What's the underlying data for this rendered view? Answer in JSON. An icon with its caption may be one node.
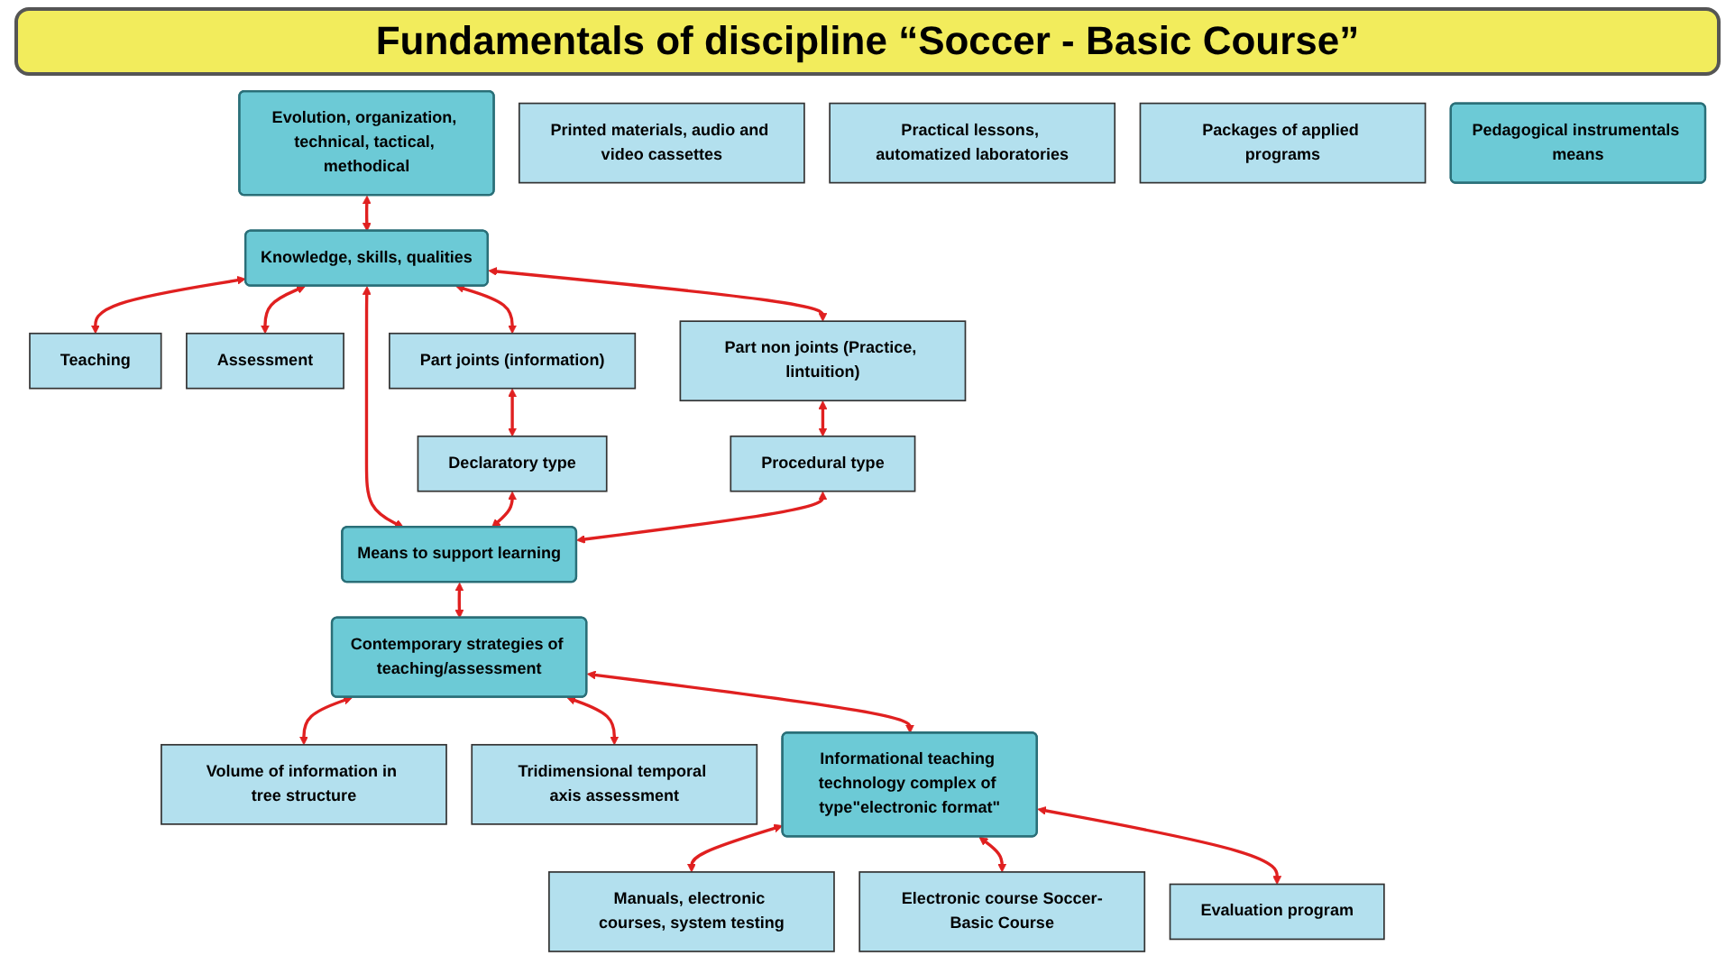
{
  "diagram": {
    "title": "Fundamentals of discipline “Soccer - Basic Course”",
    "nodes": [
      {
        "text": [
          "Evolution, organization, technical, tactical, methodical"
        ]
      },
      {
        "text": [
          "Teaching"
        ]
      },
      {
        "text": [
          "Assessment"
        ]
      },
      {
        "text": [
          "Knowledge, skills, qualities"
        ]
      },
      {
        "text": [
          "Part joints (information)"
        ]
      },
      {
        "text": [
          "Part non joints (Practice, lintuition)"
        ]
      },
      {
        "text": [
          "Declaratory type"
        ]
      },
      {
        "text": [
          "Means to support learning"
        ]
      },
      {
        "text": [
          "Procedural  type"
        ]
      },
      {
        "text": [
          "Contemporary strategies of teaching/assessment"
        ]
      },
      {
        "text": [
          "Volume of information in tree structure"
        ]
      },
      {
        "text": [
          "Tridimensional temporal axis assessment"
        ]
      },
      {
        "text": [
          "Electronic course Soccer-Basic Course"
        ]
      },
      {
        "text": [
          "Informational teaching technology complex of type\"electronic format\""
        ]
      },
      {
        "text": [
          "Evaluation program"
        ]
      },
      {
        "text": [
          "Printed materials, audio and video cassettes"
        ]
      },
      {
        "text": [
          "Manuals, electronic courses, system testing"
        ]
      },
      {
        "text": [
          "Practical lessons, automatized laboratories"
        ]
      },
      {
        "text": [
          "Packages of applied programs"
        ]
      },
      {
        "text": [
          "Pedagogical instrumentals means"
        ]
      }
    ],
    "edges": [
      {
        "from": 0,
        "to": 3,
        "arrow": "both"
      },
      {
        "from": 3,
        "to": 7,
        "arrow": "both"
      },
      {
        "from": 7,
        "to": 9,
        "arrow": "both"
      },
      {
        "from": 9,
        "to": 13,
        "arrow": "both"
      },
      {
        "from": 13,
        "to": 16,
        "arrow": "both"
      },
      {
        "from": 3,
        "to": 1,
        "arrow": "both"
      },
      {
        "from": 3,
        "to": 4,
        "arrow": "both"
      },
      {
        "from": 3,
        "to": 2,
        "arrow": "both"
      },
      {
        "from": 3,
        "to": 5,
        "arrow": "both"
      },
      {
        "from": 4,
        "to": 6,
        "arrow": "both"
      },
      {
        "from": 5,
        "to": 8,
        "arrow": "both"
      },
      {
        "from": 6,
        "to": 7,
        "arrow": "both"
      },
      {
        "from": 8,
        "to": 7,
        "arrow": "both"
      },
      {
        "from": 9,
        "to": 10,
        "arrow": "both"
      },
      {
        "from": 9,
        "to": 11,
        "arrow": "both"
      },
      {
        "from": 13,
        "to": 12,
        "arrow": "both"
      },
      {
        "from": 13,
        "to": 14,
        "arrow": "both"
      }
    ]
  }
}
